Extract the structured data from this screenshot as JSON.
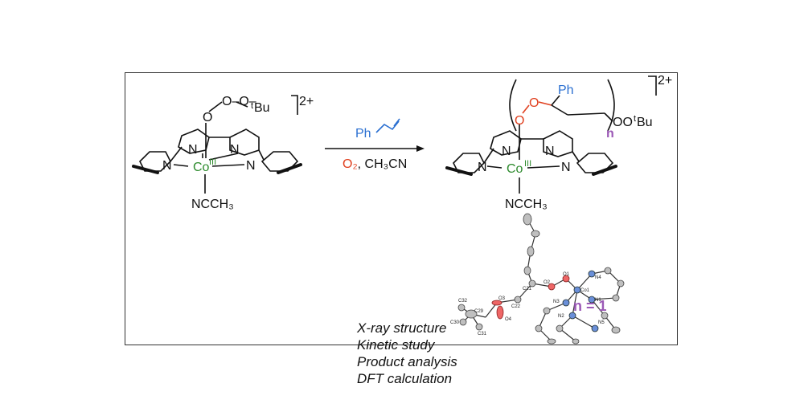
{
  "reactant": {
    "peroxo": "O–O–",
    "tbu_t": "t",
    "tbu_bu": "Bu",
    "charge": "2+",
    "n_top_left": "N",
    "n_top_right": "N",
    "n_left": "N",
    "n_right": "N",
    "metal": "Co",
    "oxidation": "III",
    "axial": "NCCH₃",
    "o_label": "O"
  },
  "arrow": {
    "reagent_top": "Ph",
    "reagent_bottom_o2": "O₂",
    "reagent_bottom_solvent": ", CH₃CN"
  },
  "product": {
    "charge": "2+",
    "ph": "Ph",
    "o1": "O",
    "o2": "O",
    "n_sub": "n",
    "terminal": "OO",
    "tbu_t": "t",
    "tbu_bu": "Bu",
    "n_top_left": "N",
    "n_top_right": "N",
    "n_left": "N",
    "n_right": "N",
    "metal": "Co",
    "oxidation": "III",
    "axial": "NCCH₃"
  },
  "caption": [
    "X-ray structure",
    "Kinetic study",
    "Product analysis",
    "DFT calculation"
  ],
  "xray": {
    "n_label": "n = 1",
    "atoms": [
      "C32",
      "C29",
      "C30",
      "C31",
      "O3",
      "O4",
      "C22",
      "C21",
      "O2",
      "O1",
      "N4",
      "Co1",
      "N3",
      "N1",
      "N2",
      "N5"
    ]
  },
  "colors": {
    "cobalt": "#2e8b2e",
    "oxygen": "#e0401f",
    "phenyl": "#2a6fd1",
    "n_index": "#9b59b6"
  }
}
